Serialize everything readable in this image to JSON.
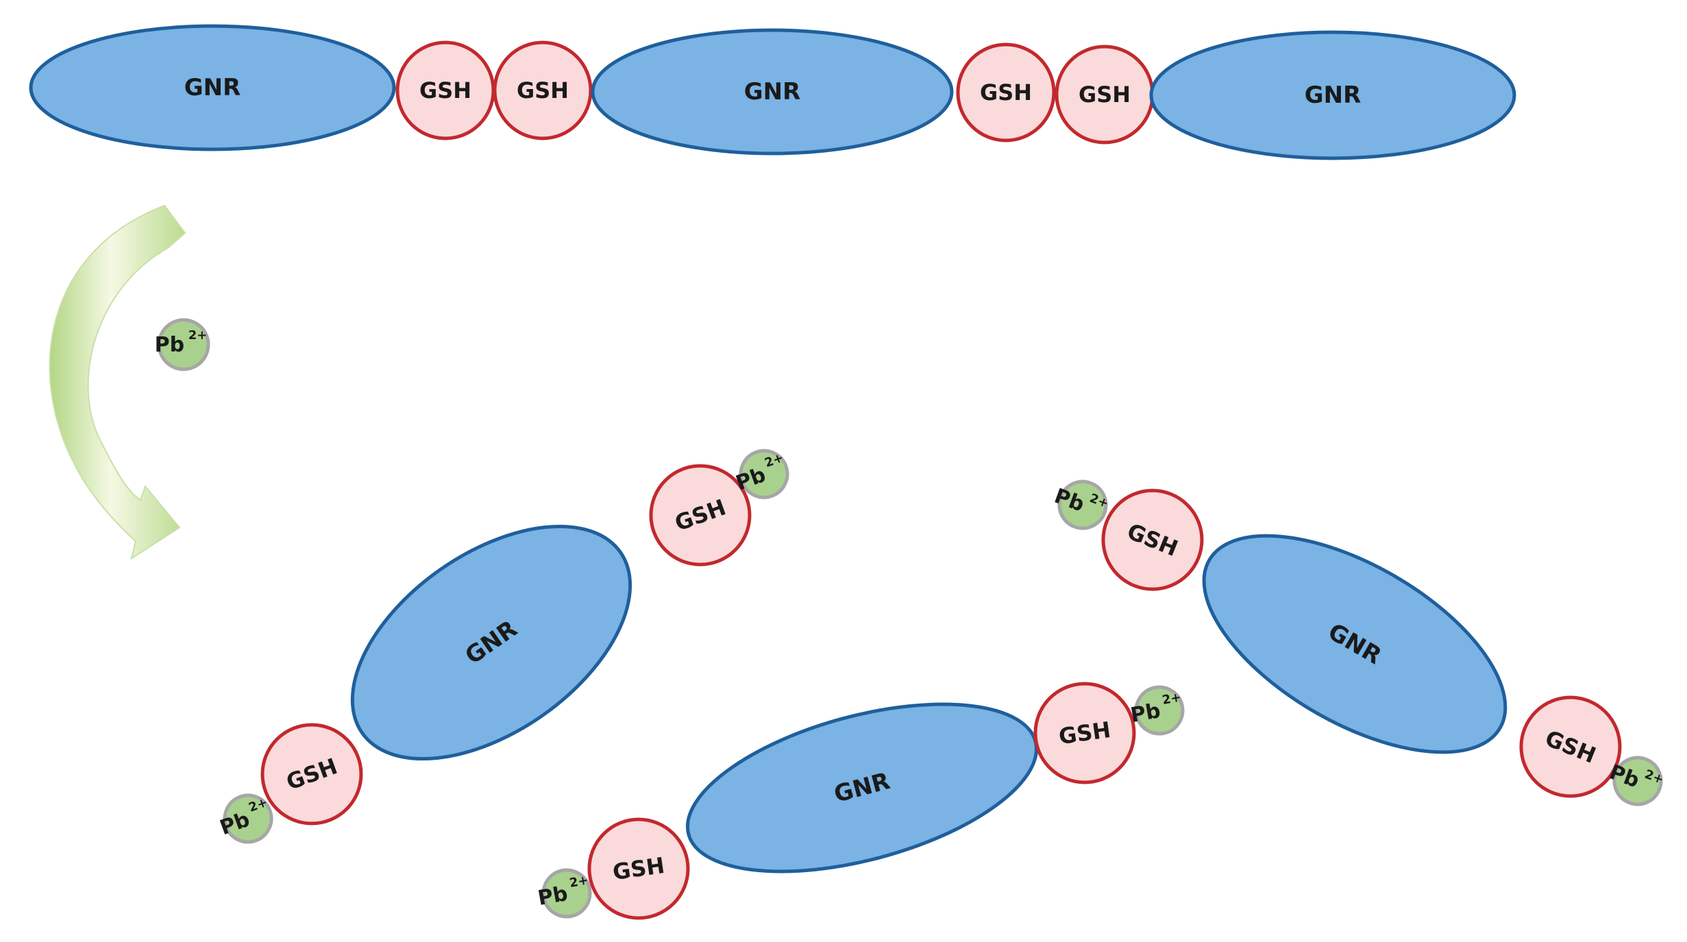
{
  "labels": {
    "gnr": "GNR",
    "gsh": "GSH",
    "pb": "Pb",
    "pb_charge": "2+"
  },
  "colors": {
    "gnr_fill": "#7ab3e4",
    "gnr_stroke": "#1f5f9c",
    "gsh_fill": "#fadadb",
    "gsh_stroke": "#c2292e",
    "pb_fill": "#a9d18e",
    "pb_stroke": "#a6a6a6",
    "arrow_light": "#eef6d8",
    "arrow_dark": "#b9d98a"
  }
}
